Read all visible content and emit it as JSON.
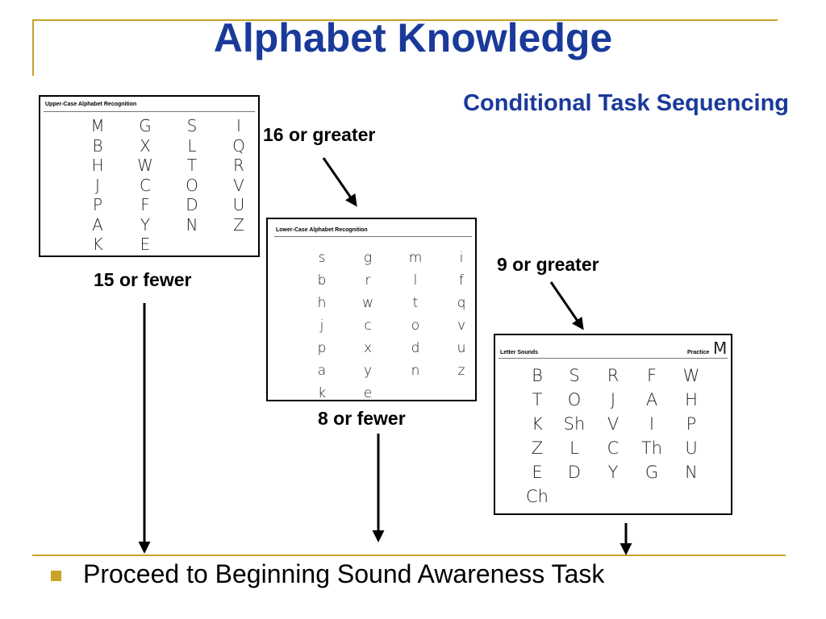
{
  "title": "Alphabet Knowledge",
  "subtitle": "Conditional Task Sequencing",
  "colors": {
    "title": "#1a3a9a",
    "accent_line": "#c9a227",
    "bullet": "#c9a227"
  },
  "labels": {
    "uc_fewer": "15 or fewer",
    "uc_greater": "16 or greater",
    "lc_fewer": "8 or fewer",
    "lc_greater": "9 or greater"
  },
  "uppercase_card": {
    "title": "Upper-Case Alphabet Recognition",
    "columns": [
      [
        "M",
        "B",
        "H",
        "J",
        "P",
        "A",
        "K"
      ],
      [
        "G",
        "X",
        "W",
        "C",
        "F",
        "Y",
        "E"
      ],
      [
        "S",
        "L",
        "T",
        "O",
        "D",
        "N"
      ],
      [
        "I",
        "Q",
        "R",
        "V",
        "U",
        "Z"
      ]
    ]
  },
  "lowercase_card": {
    "title": "Lower-Case Alphabet Recognition",
    "columns": [
      [
        "s",
        "b",
        "h",
        "j",
        "p",
        "a",
        "k"
      ],
      [
        "g",
        "r",
        "w",
        "c",
        "x",
        "y",
        "e"
      ],
      [
        "m",
        "l",
        "t",
        "o",
        "d",
        "n"
      ],
      [
        "i",
        "f",
        "q",
        "v",
        "u",
        "z"
      ]
    ]
  },
  "sounds_card": {
    "title": "Letter Sounds",
    "practice_label": "Practice",
    "practice_letter": "M",
    "columns": [
      [
        "B",
        "T",
        "K",
        "Z",
        "E",
        "Ch"
      ],
      [
        "S",
        "O",
        "Sh",
        "L",
        "D"
      ],
      [
        "R",
        "J",
        "V",
        "C",
        "Y"
      ],
      [
        "F",
        "A",
        "I",
        "Th",
        "G"
      ],
      [
        "W",
        "H",
        "P",
        "U",
        "N"
      ]
    ]
  },
  "bullet": {
    "text": "Proceed to Beginning Sound Awareness Task"
  }
}
